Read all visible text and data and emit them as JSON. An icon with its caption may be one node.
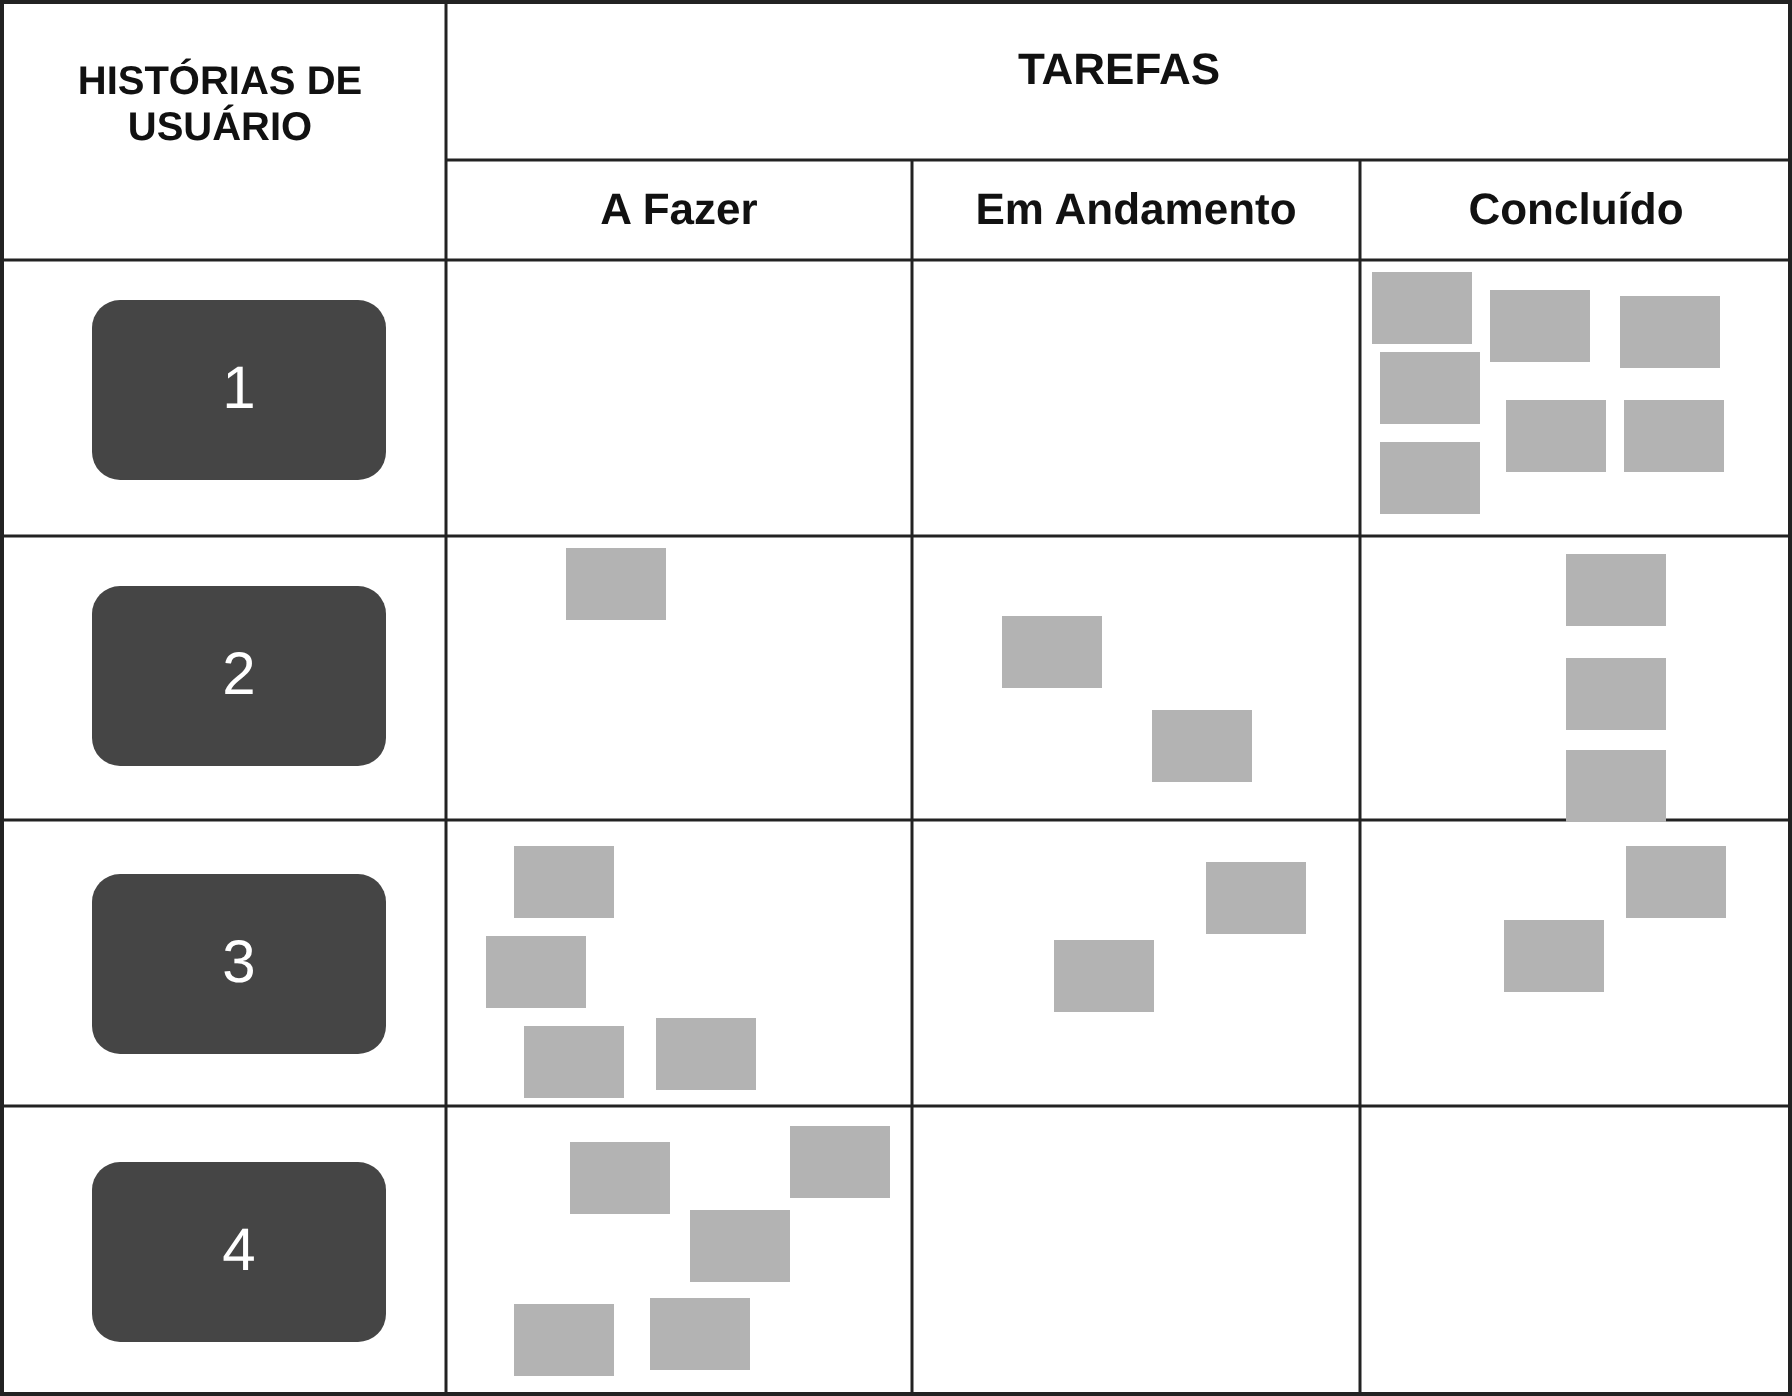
{
  "diagram": {
    "nodes": [
      {
        "text": [
          "1"
        ]
      },
      {
        "text": [],
        "shape": "box"
      },
      {
        "text": [],
        "shape": "box"
      },
      {
        "text": [],
        "shape": "box"
      },
      {
        "text": [],
        "shape": "box"
      },
      {
        "text": [],
        "shape": "box"
      },
      {
        "text": [],
        "shape": "box"
      },
      {
        "text": [],
        "shape": "box"
      },
      {
        "text": [
          "2"
        ]
      },
      {
        "text": [],
        "shape": "box"
      },
      {
        "text": [],
        "shape": "box"
      },
      {
        "text": [],
        "shape": "box"
      },
      {
        "text": [],
        "shape": "box"
      },
      {
        "text": [],
        "shape": "box"
      },
      {
        "text": [],
        "shape": "box"
      },
      {
        "text": [
          "3"
        ]
      },
      {
        "text": [],
        "shape": "box"
      },
      {
        "text": [],
        "shape": "box"
      },
      {
        "text": [],
        "shape": "box"
      },
      {
        "text": [],
        "shape": "box"
      },
      {
        "text": [],
        "shape": "box"
      },
      {
        "text": [],
        "shape": "box"
      },
      {
        "text": [],
        "shape": "box"
      },
      {
        "text": [],
        "shape": "box"
      },
      {
        "text": [
          "4"
        ]
      },
      {
        "text": [],
        "shape": "box"
      },
      {
        "text": [],
        "shape": "box"
      },
      {
        "text": [],
        "shape": "box"
      },
      {
        "text": [],
        "shape": "box"
      },
      {
        "text": [],
        "shape": "box"
      }
    ],
    "labels": [
      "HISTÓRIAS DE USUÁRIO",
      "TAREFAS",
      "A Fazer",
      "Em Andamento",
      "Concluído"
    ]
  }
}
